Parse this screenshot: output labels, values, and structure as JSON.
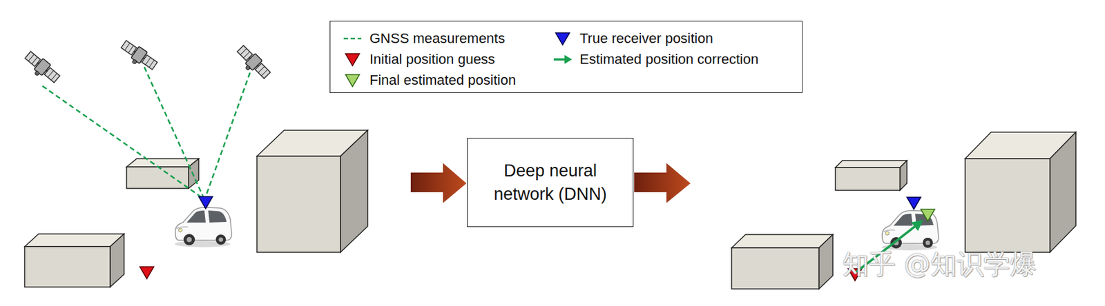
{
  "diagram": {
    "nodes": [
      {
        "text": [
          "Deep neural network (DNN)"
        ]
      }
    ],
    "labels": [
      "知乎 @知识学爆"
    ],
    "legend": [
      {
        "text": "GNSS measurements"
      },
      {
        "text": "True receiver position"
      },
      {
        "text": "Initial position guess"
      },
      {
        "text": "Estimated position correction"
      },
      {
        "text": "Final estimated position"
      }
    ]
  }
}
